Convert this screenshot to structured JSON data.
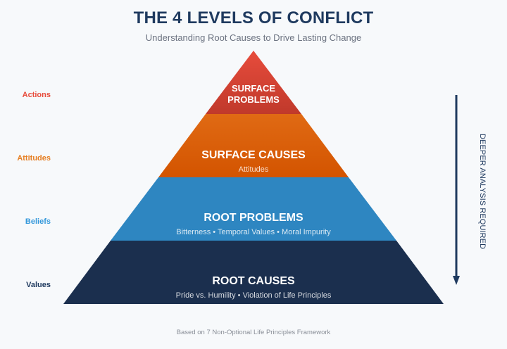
{
  "header": {
    "title": "THE 4 LEVELS OF CONFLICT",
    "subtitle": "Understanding Root Causes to Drive Lasting Change"
  },
  "levels": [
    {
      "title_line1": "SURFACE",
      "title_line2": "PROBLEMS",
      "subtitle": "",
      "side_label": "Actions",
      "color_top": "#e74c3c",
      "color_bottom": "#c0392b",
      "label_color": "#e74c3c"
    },
    {
      "title": "SURFACE CAUSES",
      "subtitle": "Attitudes",
      "side_label": "Attitudes",
      "color_top": "#e06a14",
      "color_bottom": "#d35400",
      "label_color": "#e67e22"
    },
    {
      "title": "ROOT PROBLEMS",
      "subtitle": "Bitterness • Temporal Values • Moral Impurity",
      "side_label": "Beliefs",
      "color_top": "#2e86c1",
      "color_bottom": "#2e86c1",
      "label_color": "#3498db"
    },
    {
      "title": "ROOT CAUSES",
      "subtitle": "Pride vs. Humility • Violation of Life Principles",
      "side_label": "Values",
      "color_top": "#1b2f4e",
      "color_bottom": "#1b2f4e",
      "label_color": "#1f3a5f"
    }
  ],
  "arrow": {
    "label": "DEEPER ANALYSIS REQUIRED",
    "icon": "arrow-down-icon",
    "color": "#1f3a5f"
  },
  "footer": {
    "text": "Based on 7 Non-Optional Life Principles Framework"
  }
}
